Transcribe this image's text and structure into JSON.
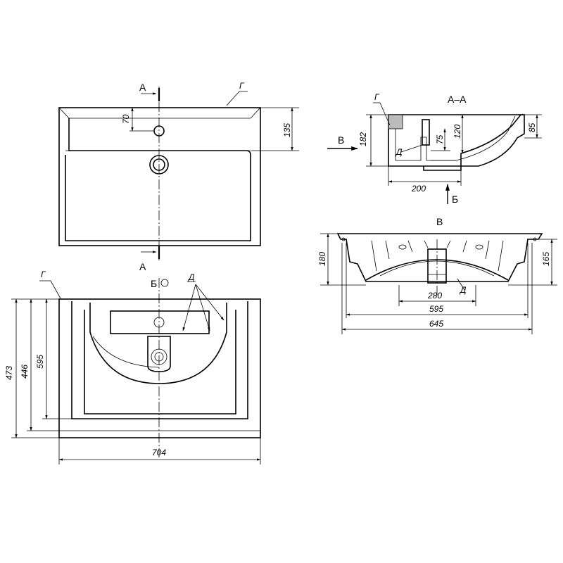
{
  "top_view": {
    "section_marks": [
      "А",
      "А"
    ],
    "leader_label": "Г",
    "dims": {
      "tap_offset": "70",
      "height": "135"
    }
  },
  "section_view": {
    "title": "А–А",
    "leader_g": "Г",
    "leader_d": "Д",
    "arrow_label": "В",
    "dims": {
      "height_182": "182",
      "depth_75": "75",
      "depth_120": "120",
      "rim_85": "85",
      "width_200": "200"
    },
    "view_mark": "Б"
  },
  "front_view": {
    "title": "В",
    "leader_d": "Д",
    "dims": {
      "h180": "180",
      "h165": "165",
      "w280": "280",
      "w595": "595",
      "w645": "645"
    }
  },
  "bottom_view": {
    "leader_g": "Г",
    "leader_d": "Д",
    "view_mark": "Б",
    "dims": {
      "h473": "473",
      "h446": "446",
      "h595": "595",
      "w704": "704"
    }
  }
}
